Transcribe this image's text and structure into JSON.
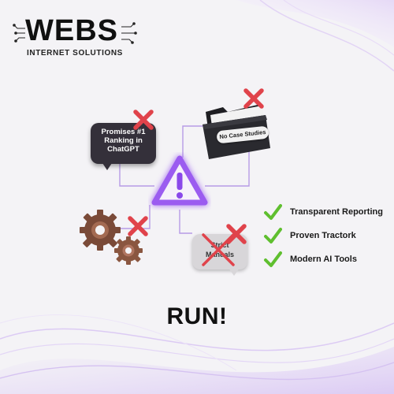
{
  "logo": {
    "word": "WEBS",
    "subtitle": "INTERNET SOLUTIONS"
  },
  "bubble_promises": {
    "line1": "Promises #1",
    "line2": "Ranking in",
    "line3": "ChatGPT"
  },
  "folder": {
    "label": "No Case Studies"
  },
  "bubble_manuals": {
    "line1": "Strict",
    "line2": "Manuals"
  },
  "checklist": [
    {
      "label": "Transparent Reporting"
    },
    {
      "label": "Proven Tractork"
    },
    {
      "label": "Modern AI Tools"
    }
  ],
  "headline": "RUN!",
  "colors": {
    "background": "#f4f3f6",
    "accent_purple": "#9b5cf0",
    "x_red": "#e0434b",
    "check_green": "#5fbf2f",
    "bubble_dark": "#34303a"
  },
  "icons": [
    "warning-icon",
    "folder-icon",
    "gears-icon",
    "x-icon",
    "check-icon",
    "circuit-icon"
  ]
}
